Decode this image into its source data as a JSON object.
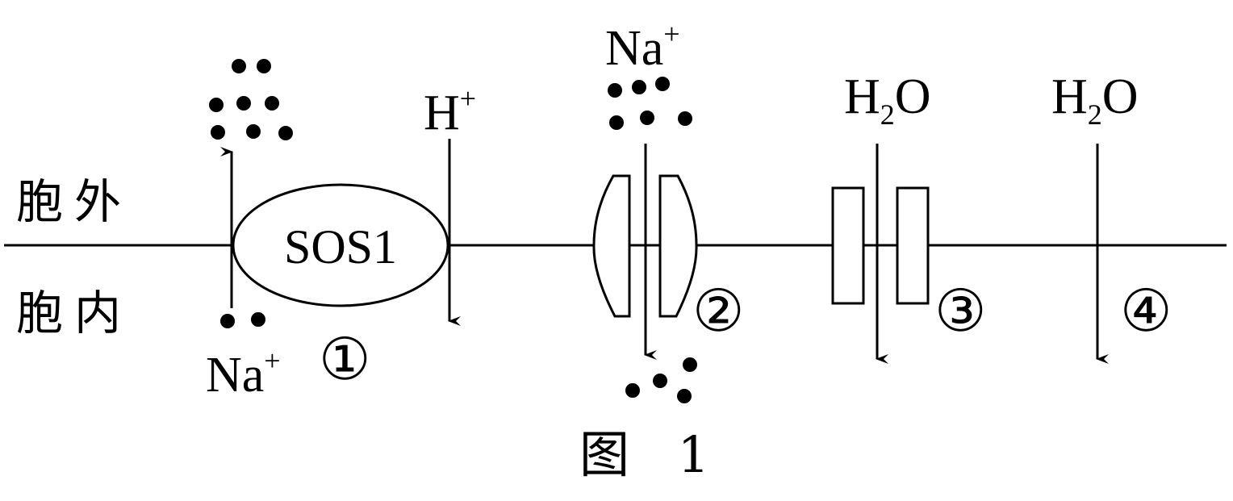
{
  "labels": {
    "outside": "胞外",
    "inside": "胞内",
    "figure_caption": "图 1"
  },
  "transporters": [
    {
      "id": "1",
      "marker": "①",
      "name": "SOS1",
      "ion_bottom": "Na",
      "ion_bottom_sup": "+",
      "ion_top": "H",
      "ion_top_sup": "+"
    },
    {
      "id": "2",
      "marker": "②",
      "ion": "Na",
      "ion_sup": "+"
    },
    {
      "id": "3",
      "marker": "③",
      "molecule": "H",
      "sub": "2",
      "tail": "O"
    },
    {
      "id": "4",
      "marker": "④",
      "molecule": "H",
      "sub": "2",
      "tail": "O"
    }
  ],
  "colors": {
    "ink": "#000000",
    "background": "#ffffff"
  }
}
